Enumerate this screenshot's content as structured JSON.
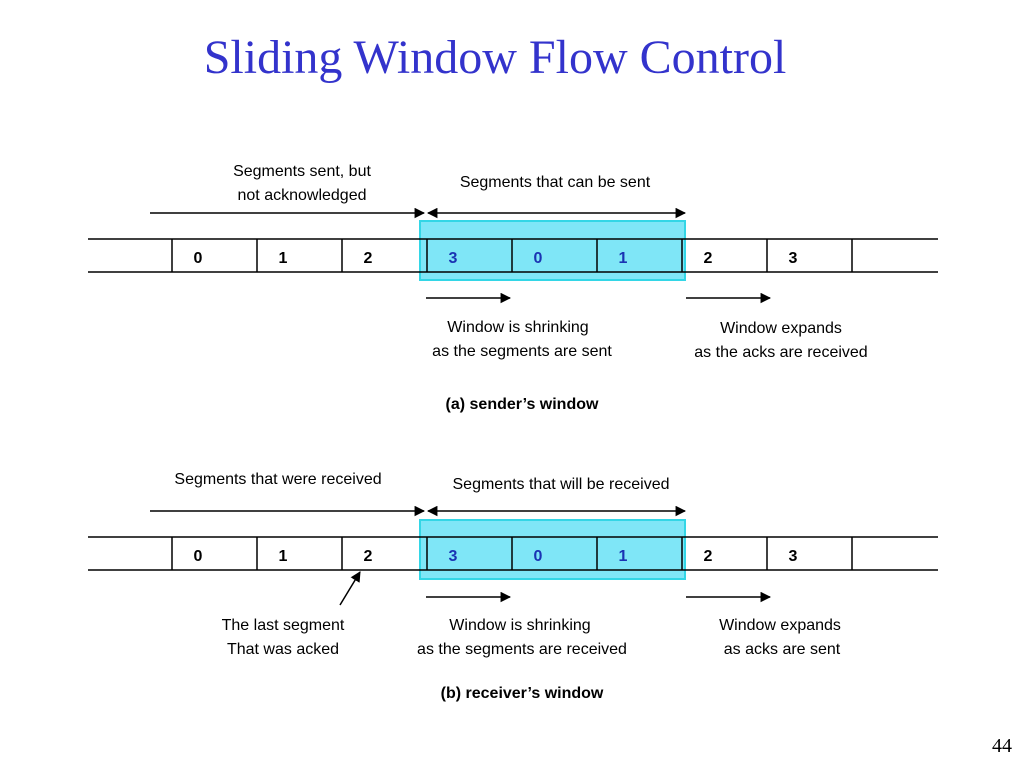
{
  "title": "Sliding Window Flow Control",
  "page_number": "44",
  "colors": {
    "title": "#3333cc",
    "window_fill": "#7fe6f7",
    "window_border": "#33d6e6",
    "window_text": "#1a33b3"
  },
  "sender": {
    "label_left_line1": "Segments sent, but",
    "label_left_line2": "not acknowledged",
    "label_right": "Segments that can be sent",
    "cells": [
      "0",
      "1",
      "2",
      "3",
      "0",
      "1",
      "2",
      "3"
    ],
    "shrink_line1": "Window is shrinking",
    "shrink_line2": "as the segments are sent",
    "expand_line1": "Window expands",
    "expand_line2": "as the acks are received",
    "caption": "(a) sender’s window"
  },
  "receiver": {
    "label_left": "Segments that were received",
    "label_right": "Segments that will be received",
    "cells": [
      "0",
      "1",
      "2",
      "3",
      "0",
      "1",
      "2",
      "3"
    ],
    "last_line1": "The last segment",
    "last_line2": "That was acked",
    "shrink_line1": "Window is shrinking",
    "shrink_line2": "as the segments are received",
    "expand_line1": "Window expands",
    "expand_line2": "as acks are sent",
    "caption": "(b) receiver’s window"
  }
}
